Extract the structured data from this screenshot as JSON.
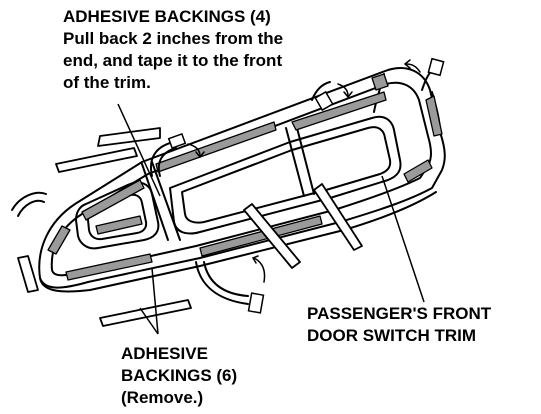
{
  "labels": {
    "adhesive_backings_top": [
      "ADHESIVE BACKINGS (4)",
      "Pull back 2 inches from the",
      "end, and tape it to the front",
      "of the trim."
    ],
    "passenger_front_trim": [
      "PASSENGER'S FRONT",
      "DOOR SWITCH TRIM"
    ],
    "adhesive_backings_bottom": [
      "ADHESIVE",
      "BACKINGS (6)",
      "(Remove.)"
    ]
  },
  "colors": {
    "line": "#000000",
    "tape": "#9a9a9a",
    "background": "#ffffff"
  }
}
